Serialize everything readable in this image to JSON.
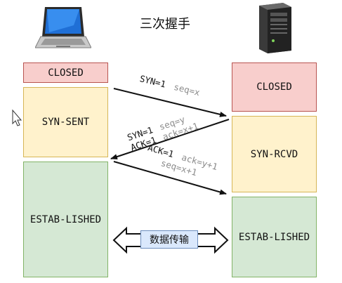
{
  "title": "三次握手",
  "client": {
    "device_icon": "laptop-icon",
    "states": [
      "CLOSED",
      "SYN-SENT",
      "ESTAB-LISHED"
    ]
  },
  "server": {
    "device_icon": "server-tower-icon",
    "states": [
      "CLOSED",
      "SYN-RCVD",
      "ESTAB-LISHED"
    ]
  },
  "messages": [
    {
      "flags": [
        "SYN=1"
      ],
      "fields": [
        "seq=x"
      ],
      "direction": "client-to-server"
    },
    {
      "flags": [
        "SYN=1",
        "ACK=1"
      ],
      "fields": [
        "seq=y",
        "ack=x+1"
      ],
      "direction": "server-to-client"
    },
    {
      "flags": [
        "ACK=1"
      ],
      "fields": [
        "ack=y+1",
        "seq=x+1"
      ],
      "direction": "client-to-server"
    }
  ],
  "data_transfer_label": "数据传输",
  "colors": {
    "closed_fill": "#f8cecc",
    "sent_fill": "#fff2cc",
    "established_fill": "#d5e8d4",
    "transfer_fill": "#dae8fc",
    "field_text": "#8c8c8c"
  }
}
